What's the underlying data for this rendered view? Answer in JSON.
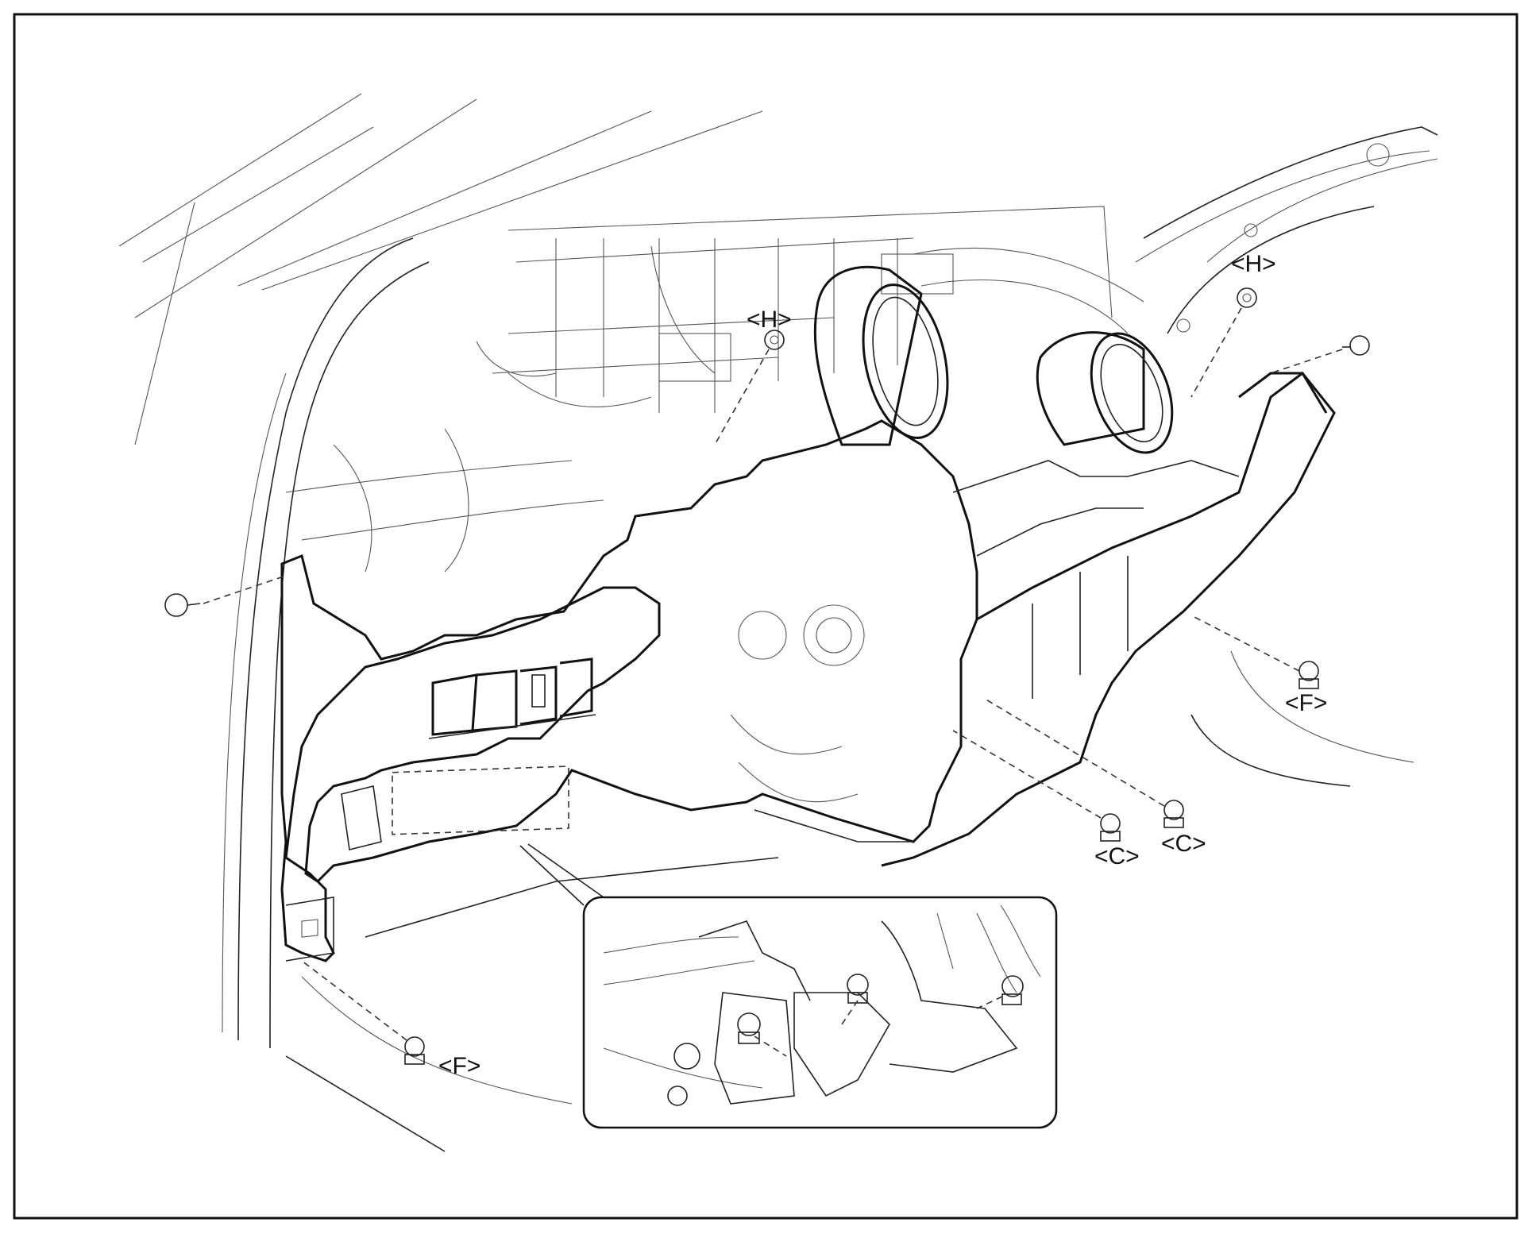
{
  "callouts": {
    "h_top_right": "<H>",
    "h_center": "<H>",
    "f_right": "<F>",
    "f_bottom_left": "<F>",
    "c_left": "<C>",
    "c_right": "<C>"
  },
  "colors": {
    "line": "#111111",
    "background": "#ffffff"
  },
  "icons": [
    "bolt-icon",
    "nut-icon",
    "clip-icon"
  ]
}
